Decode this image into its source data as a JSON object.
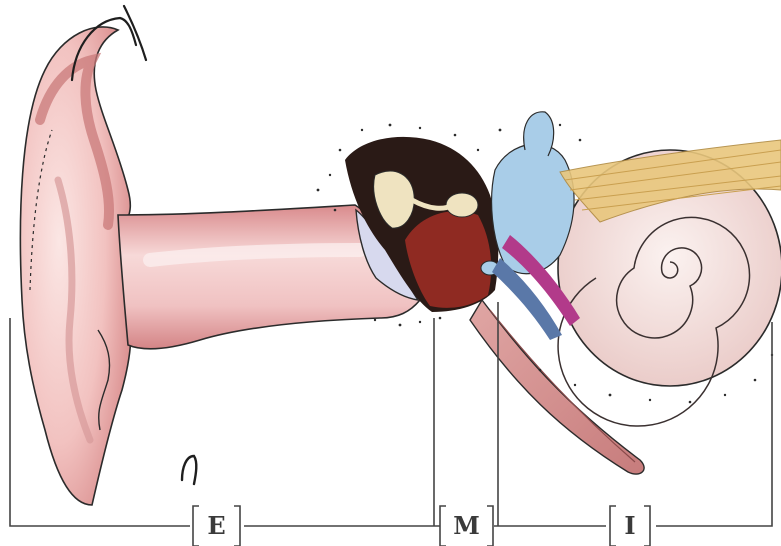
{
  "diagram": {
    "regions": [
      {
        "key": "outer",
        "label": "E"
      },
      {
        "key": "middle",
        "label": "M"
      },
      {
        "key": "inner",
        "label": "I"
      }
    ]
  },
  "colors": {
    "skin": "#f2c6c4",
    "skin_dark": "#c97a7a",
    "canal": "#eab0b2",
    "dark": "#2a1a16",
    "bone": "#efe3c0",
    "ossicle_red": "#8f2a22",
    "cochlea": "#f3e4e2",
    "vestibule": "#a9cde8",
    "nerve": "#e9c77d",
    "purple": "#b23a8a",
    "line": "#444444"
  }
}
